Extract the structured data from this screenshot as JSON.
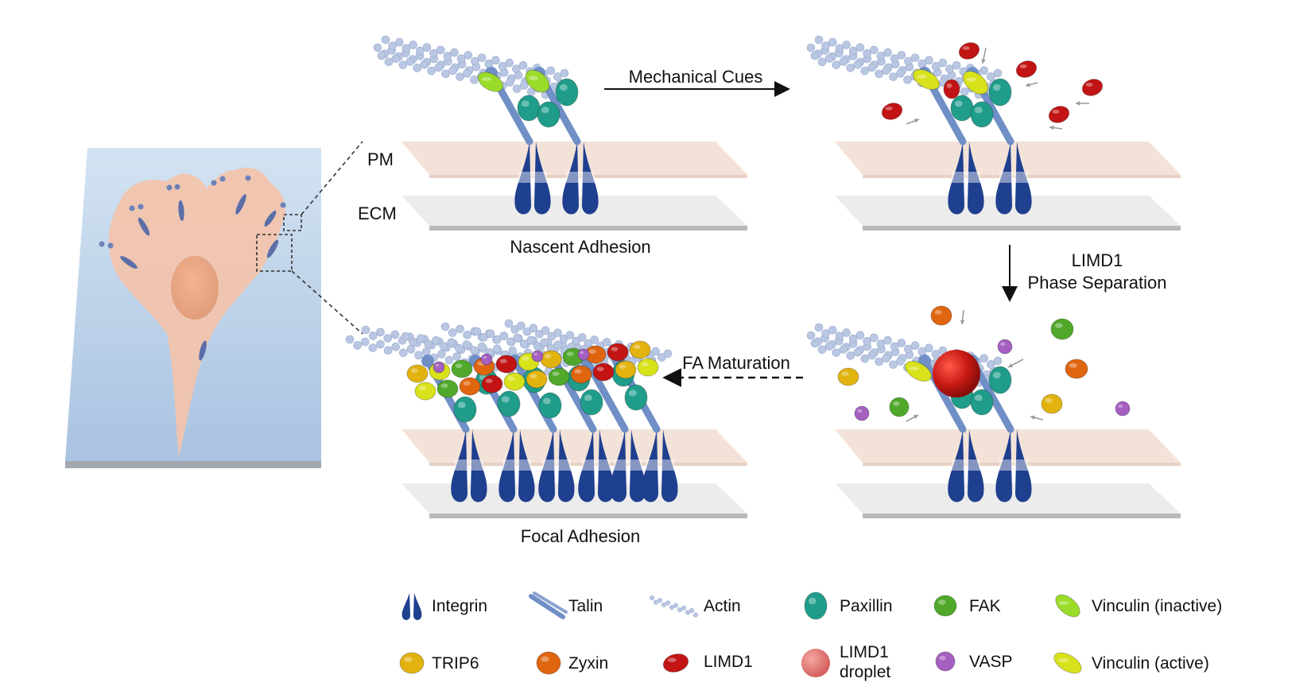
{
  "labels": {
    "pm": "PM",
    "ecm": "ECM",
    "nascent": "Nascent Adhesion",
    "focal": "Focal Adhesion",
    "mechanical": "Mechanical Cues",
    "limd1_phase_line1": "LIMD1",
    "limd1_phase_line2": "Phase Separation",
    "fa_maturation": "FA Maturation"
  },
  "legend": [
    {
      "key": "integrin",
      "label": "Integrin",
      "color": "#1f3f8f"
    },
    {
      "key": "talin",
      "label": "Talin",
      "color": "#6f8fc6"
    },
    {
      "key": "actin",
      "label": "Actin",
      "color": "#b9c7e2"
    },
    {
      "key": "paxillin",
      "label": "Paxillin",
      "color": "#1f9d8a"
    },
    {
      "key": "fak",
      "label": "FAK",
      "color": "#4fa82a"
    },
    {
      "key": "vinculin_inactive",
      "label": "Vinculin (inactive)",
      "color": "#9bdc2a"
    },
    {
      "key": "trip6",
      "label": "TRIP6",
      "color": "#e2b30f"
    },
    {
      "key": "zyxin",
      "label": "Zyxin",
      "color": "#e0650f"
    },
    {
      "key": "limd1",
      "label": "LIMD1",
      "color": "#c21414"
    },
    {
      "key": "limd1_droplet",
      "label_line1": "LIMD1",
      "label_line2": "droplet",
      "color": "#e07a78"
    },
    {
      "key": "vasp",
      "label": "VASP",
      "color": "#a45fc1"
    },
    {
      "key": "vinculin_active",
      "label": "Vinculin (active)",
      "color": "#d8e21a"
    }
  ]
}
